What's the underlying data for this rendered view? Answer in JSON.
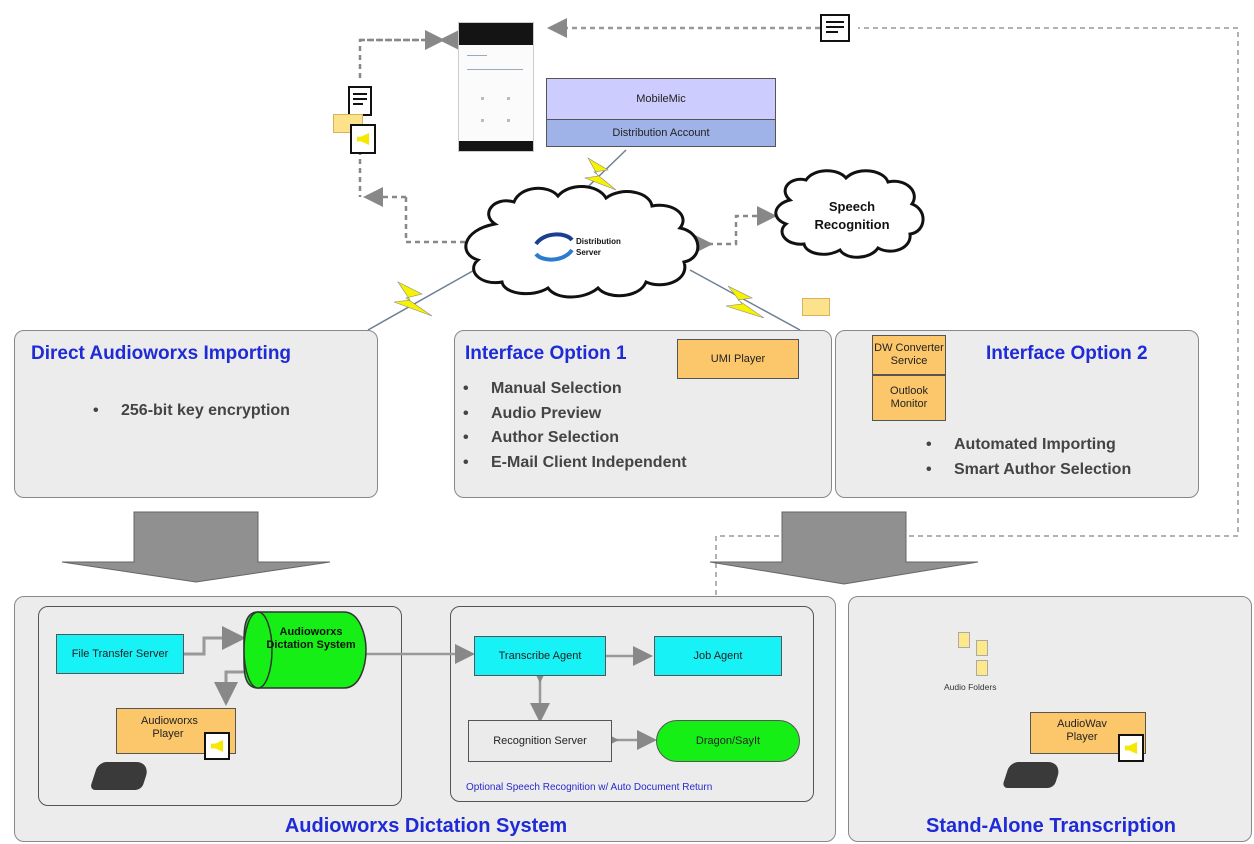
{
  "mobile": {
    "app_label": "MobileMic",
    "account_label": "Distribution Account"
  },
  "cloud": {
    "distribution_server": "Distribution Server",
    "speech_recognition": "Speech Recognition"
  },
  "panels": {
    "direct": {
      "title": "Direct Audioworxs Importing",
      "bullets": [
        "256-bit key encryption"
      ]
    },
    "option1": {
      "title": "Interface Option 1",
      "badge": "UMI Player",
      "bullets": [
        "Manual Selection",
        "Audio Preview",
        "Author Selection",
        "E-Mail Client Independent"
      ]
    },
    "option2": {
      "title": "Interface Option 2",
      "badge_top": "DW Converter Service",
      "badge_bottom": "Outlook Monitor",
      "bullets": [
        "Automated Importing",
        "Smart Author Selection"
      ]
    }
  },
  "dictation_system": {
    "title": "Audioworxs Dictation System",
    "file_transfer_server": "File Transfer Server",
    "database": "Audioworxs Dictation System",
    "player": "Audioworxs Player",
    "transcribe_agent": "Transcribe Agent",
    "job_agent": "Job Agent",
    "recognition_server": "Recognition Server",
    "dragon": "Dragon/SayIt",
    "speech_note": "Optional Speech Recognition w/ Auto Document Return"
  },
  "standalone": {
    "title": "Stand-Alone Transcription",
    "audio_folders": "Audio Folders",
    "player": "AudioWav Player"
  },
  "colors": {
    "title_blue": "#1f2bd6",
    "orange": "#fcc76b",
    "cyan": "#17f2f6",
    "green": "#15ef15",
    "mobilemic_fill": "#ccccff",
    "account_fill": "#9fb3e8"
  }
}
